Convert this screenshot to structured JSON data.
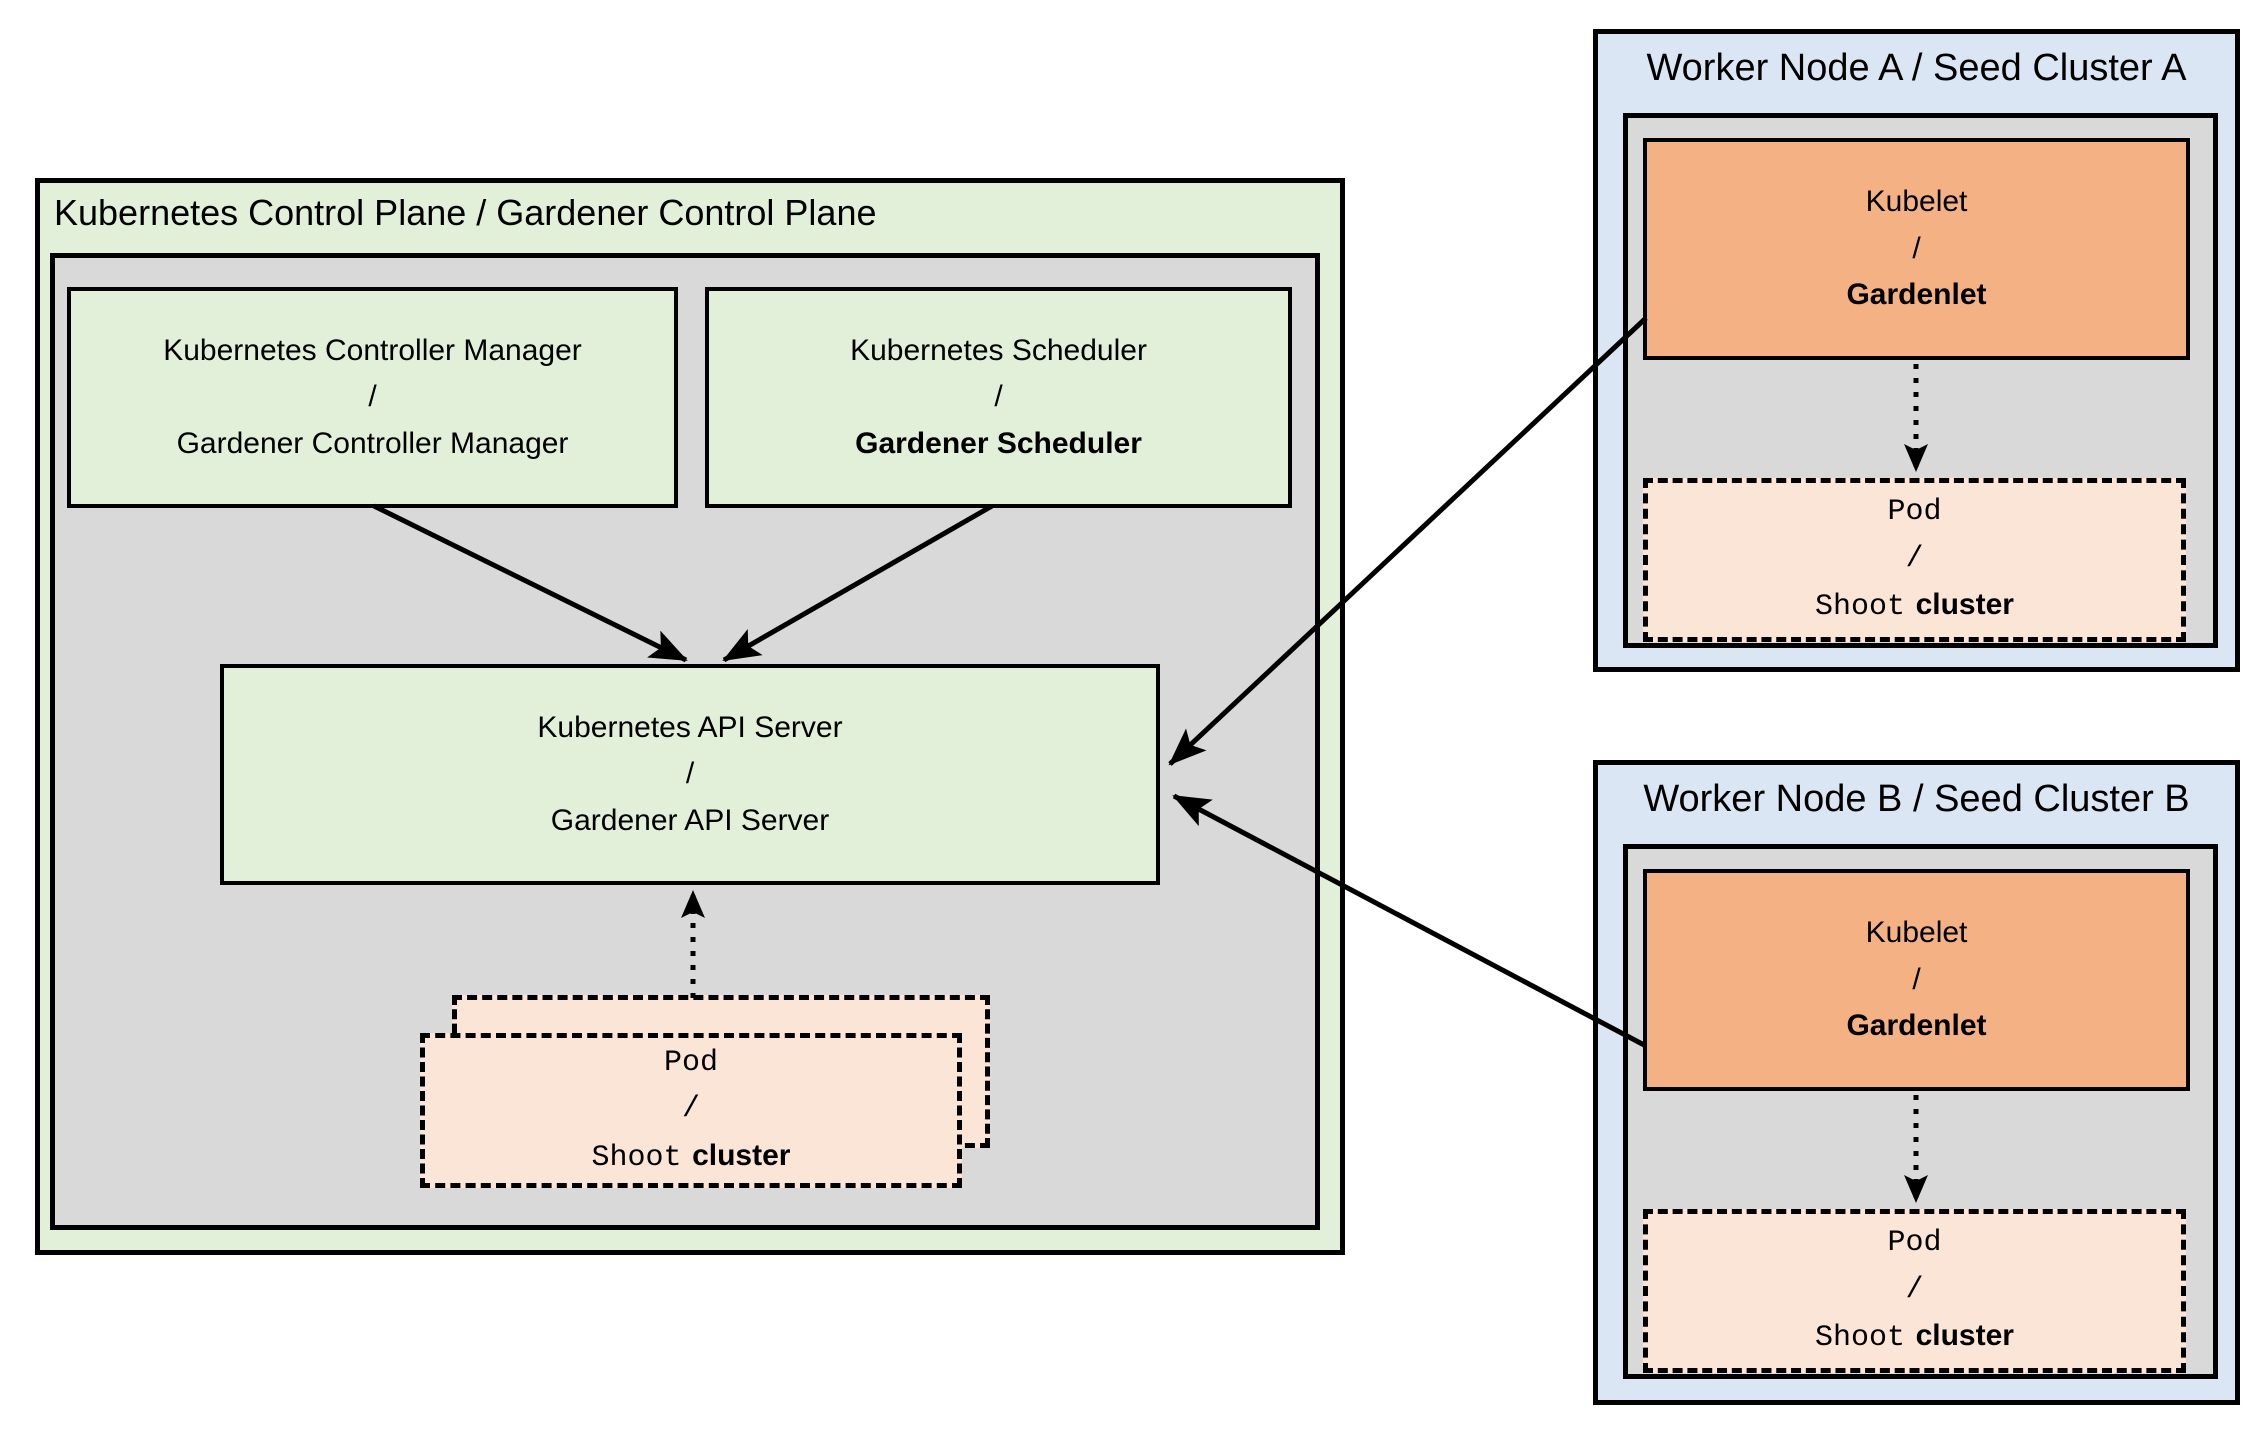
{
  "colors": {
    "green_fill": "#e2efd9",
    "gray_fill": "#d9d9d9",
    "blue_fill": "#dbe6f4",
    "orange_fill": "#f4b183",
    "peach_fill": "#fbe5d6",
    "line_color": "#000000"
  },
  "control_plane": {
    "title": "Kubernetes Control Plane / Gardener Control Plane",
    "controller_manager": {
      "line1": "Kubernetes Controller Manager",
      "separator": "/",
      "line2": "Gardener Controller Manager"
    },
    "scheduler": {
      "line1": "Kubernetes Scheduler",
      "separator": "/",
      "line2": "Gardener Scheduler"
    },
    "api_server": {
      "line1": "Kubernetes API Server",
      "separator": "/",
      "line2": "Gardener API Server"
    },
    "pod_stack": {
      "line1": "Pod",
      "separator": "/",
      "line2_code": "Shoot",
      "line2_text": "cluster"
    }
  },
  "worker_node_a": {
    "title": "Worker Node A / Seed Cluster A",
    "kubelet": {
      "line1": "Kubelet",
      "separator": "/",
      "line2": "Gardenlet"
    },
    "pod": {
      "line1": "Pod",
      "separator": "/",
      "line2_code": "Shoot",
      "line2_text": "cluster"
    }
  },
  "worker_node_b": {
    "title": "Worker Node B / Seed Cluster B",
    "kubelet": {
      "line1": "Kubelet",
      "separator": "/",
      "line2": "Gardenlet"
    },
    "pod": {
      "line1": "Pod",
      "separator": "/",
      "line2_code": "Shoot",
      "line2_text": "cluster"
    }
  }
}
